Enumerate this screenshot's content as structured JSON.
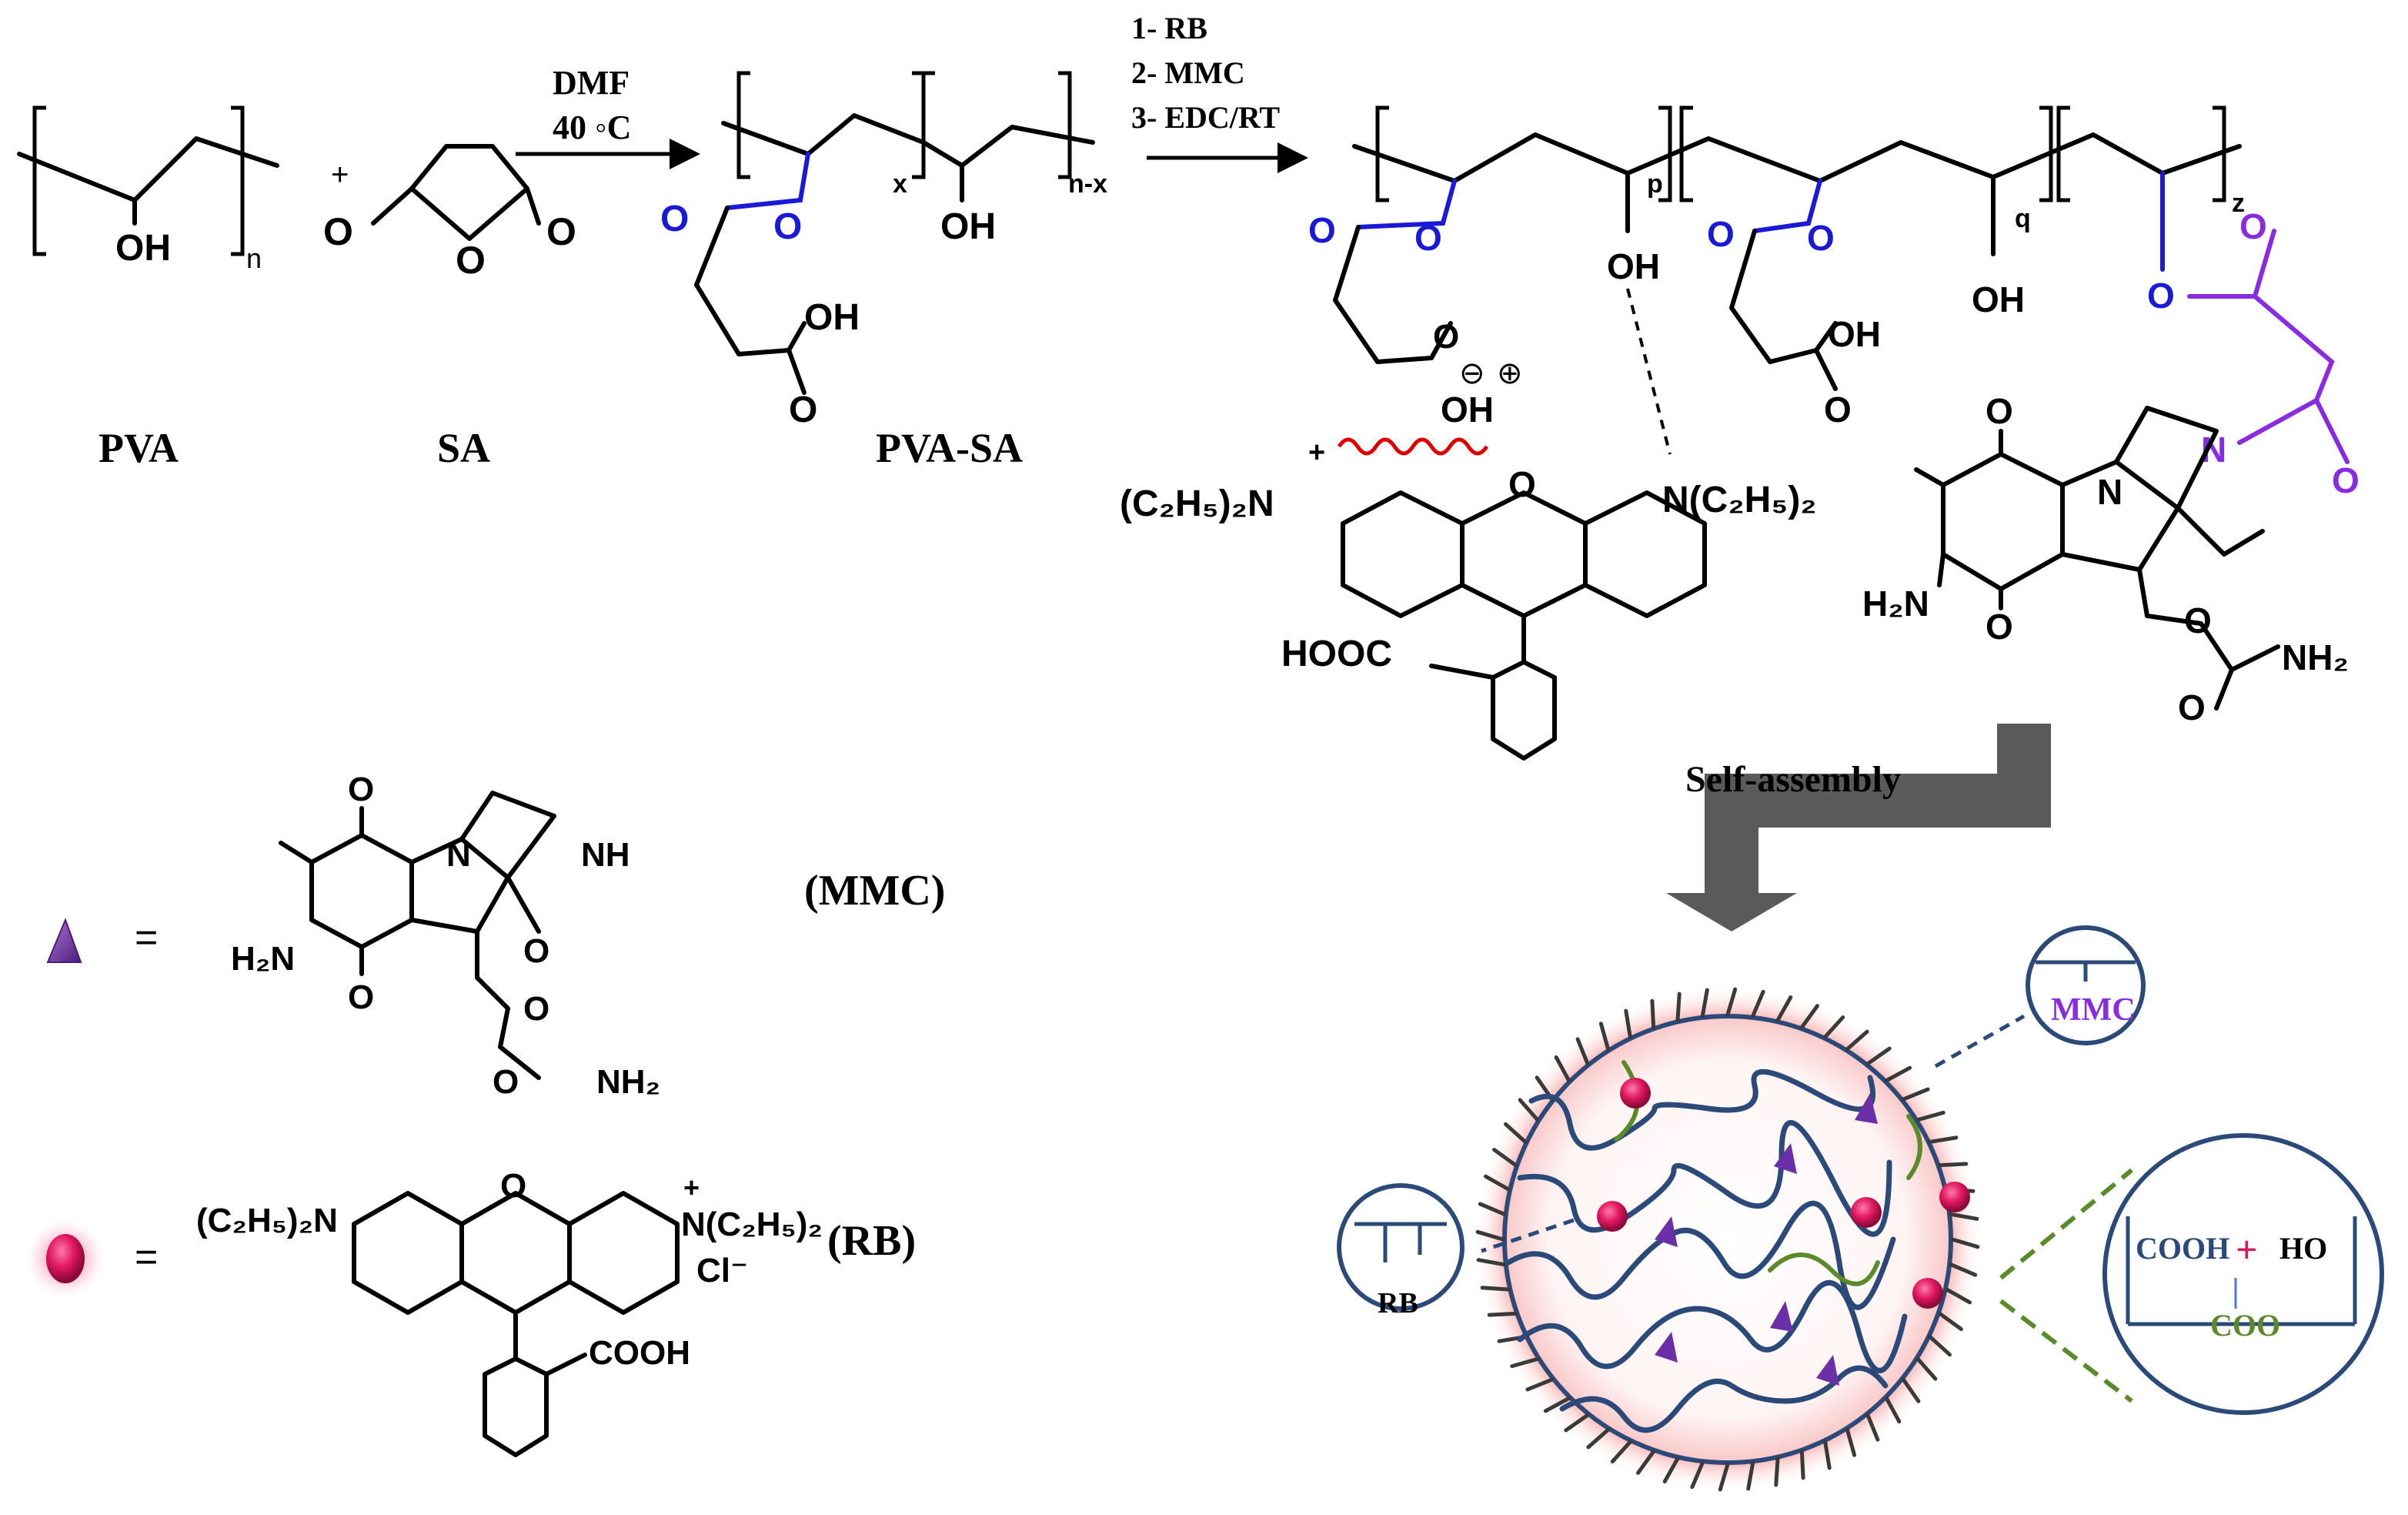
{
  "reactants": {
    "pva_label": "PVA",
    "sa_label": "SA",
    "pva_sa_label": "PVA-SA",
    "plus": "+",
    "oh": "OH",
    "n": "n",
    "x": "x",
    "n_minus_x": "n-x",
    "o": "O"
  },
  "step1": {
    "reagent": "DMF",
    "condition": "40 ◦C"
  },
  "step2": {
    "line1": "1- RB",
    "line2": "2- MMC",
    "line3": "3- EDC/RT"
  },
  "product": {
    "sub_p": "p",
    "sub_q": "q",
    "sub_z": "z",
    "oh": "OH",
    "ammonium": "(C₂H₅)₂N",
    "amine": "N(C₂H₅)₂",
    "hooc": "HOOC",
    "h2n": "H₂N",
    "nh2": "NH₂",
    "n_link": "N",
    "n_ring": "N",
    "minus": "⊖",
    "plus": "⊕",
    "charge_plus": "+"
  },
  "self_assembly": {
    "label": "Self-assembly"
  },
  "legend": {
    "mmc_label": "(MMC)",
    "rb_label": "(RB)",
    "equals": "=",
    "mmc_nh": "NH",
    "mmc_h2n": "H₂N",
    "mmc_nh2": "NH₂",
    "rb_left": "(C₂H₅)₂N",
    "rb_right": "N(C₂H₅)₂",
    "rb_cl": "Cl⁻",
    "rb_cooh": "COOH",
    "rb_charge": "+"
  },
  "insets": {
    "mmc": "MMC",
    "rb": "RB",
    "cooh": "COOH",
    "ho": "HO",
    "coo": "COO",
    "plus": "+"
  },
  "colors": {
    "ester_blue": "#1a1ad6",
    "mmc_purple": "#8a2be2",
    "rb_pink": "#e0175f",
    "chain_navy": "#2b4a7a",
    "chain_green": "#5a8a2a",
    "arrow_gray": "#5a5a5a",
    "glow": "#f0a0a0"
  }
}
